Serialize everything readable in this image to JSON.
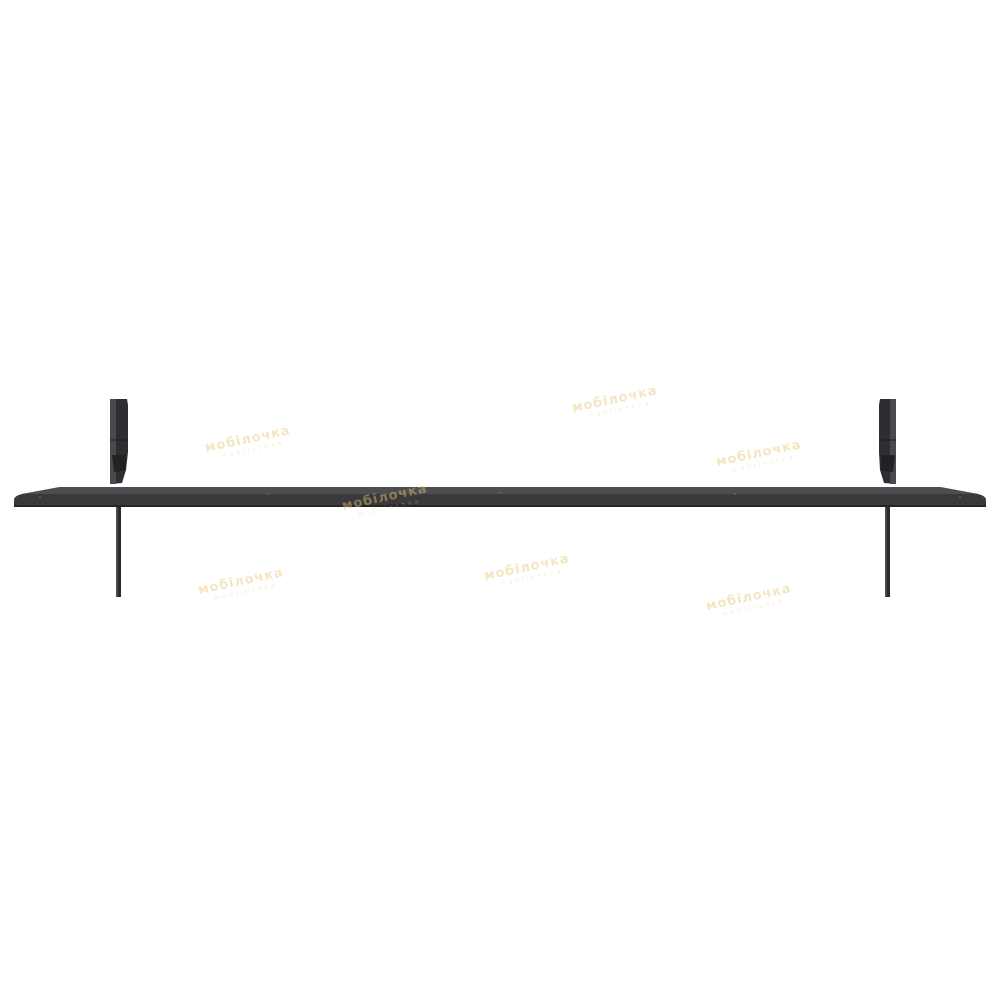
{
  "scene": {
    "subject": "tv-top-view-with-stand",
    "colors": {
      "background": "#ffffff",
      "panel": "#3a3a3c",
      "panel_edge": "#2a2a2c",
      "panel_highlight": "#55555a",
      "stand": "#303032",
      "stand_light": "#5a5a5e"
    }
  },
  "watermarks": [
    {
      "text": "мобілочка",
      "sub": "mobilochka"
    },
    {
      "text": "мобілочка",
      "sub": "mobilochka"
    },
    {
      "text": "мобілочка",
      "sub": "mobilochka"
    },
    {
      "text": "мобілочка",
      "sub": "mobilochka"
    },
    {
      "text": "мобілочка",
      "sub": "mobilochka"
    },
    {
      "text": "мобілочка",
      "sub": "mobilochka"
    },
    {
      "text": "мобілочка",
      "sub": "mobilochka"
    }
  ]
}
